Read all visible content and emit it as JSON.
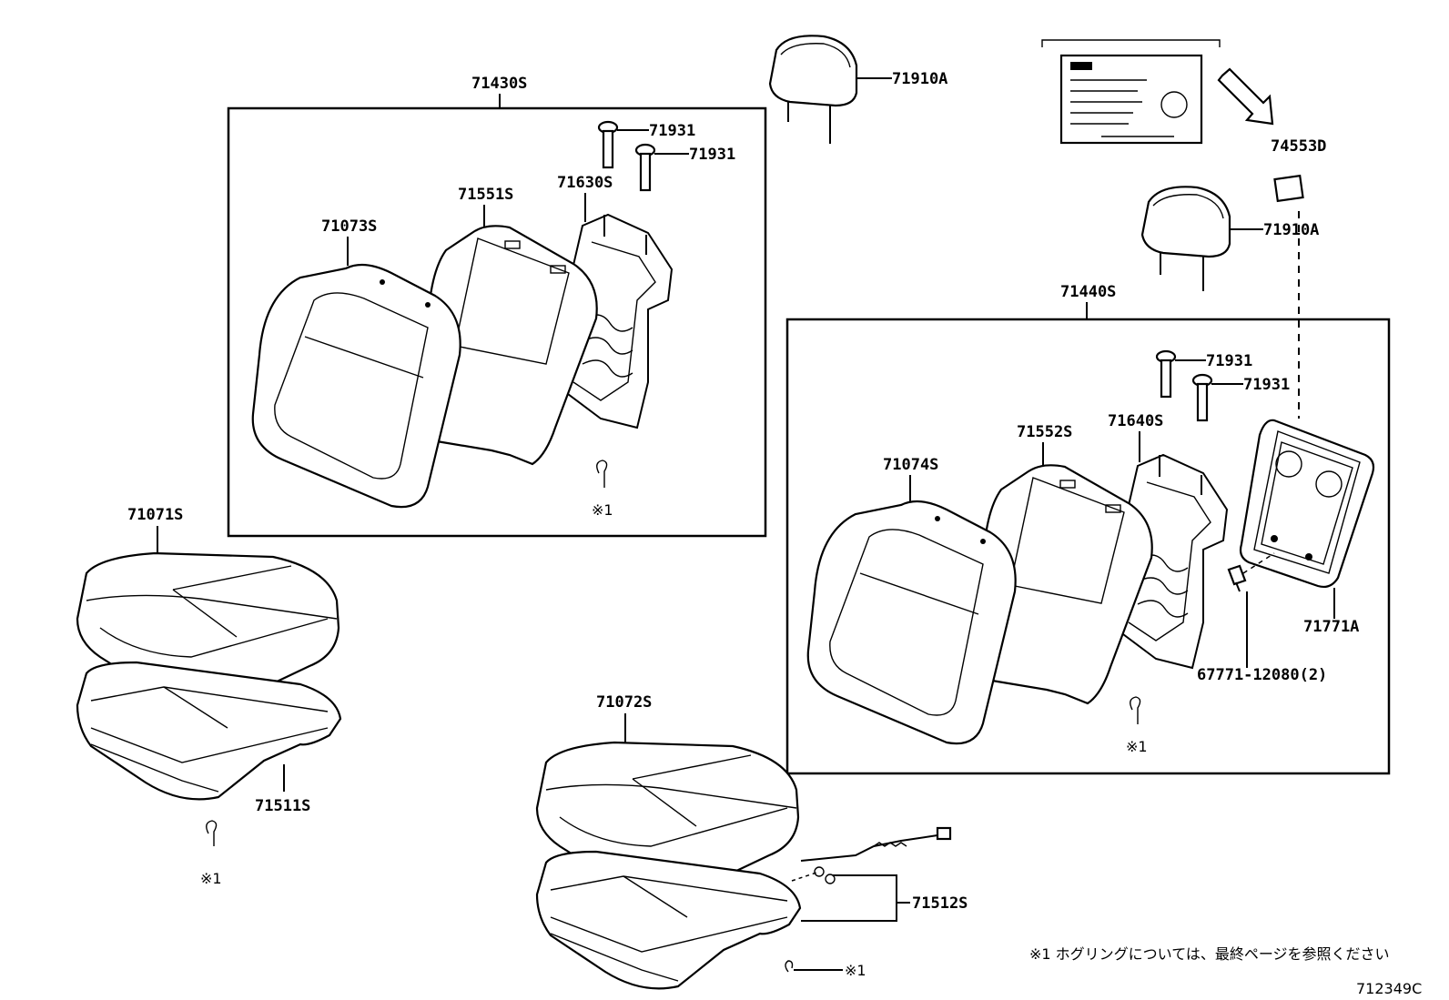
{
  "labels": {
    "p71430S": "71430S",
    "p71910A_1": "71910A",
    "p71910A_2": "71910A",
    "p74553D": "74553D",
    "p71931_a": "71931",
    "p71931_b": "71931",
    "p71931_c": "71931",
    "p71931_d": "71931",
    "p71630S": "71630S",
    "p71551S": "71551S",
    "p71073S": "71073S",
    "p71440S": "71440S",
    "p71552S": "71552S",
    "p71640S": "71640S",
    "p71074S": "71074S",
    "p71771A": "71771A",
    "p67771": "67771-12080(2)",
    "p71071S": "71071S",
    "p71511S": "71511S",
    "p71072S": "71072S",
    "p71512S": "71512S",
    "ref1_a": "※1",
    "ref1_b": "※1",
    "ref1_c": "※1",
    "ref1_d": "※1"
  },
  "footnote": "※1 ホグリングについては、最終ページを参照ください",
  "figure_id": "712349C"
}
